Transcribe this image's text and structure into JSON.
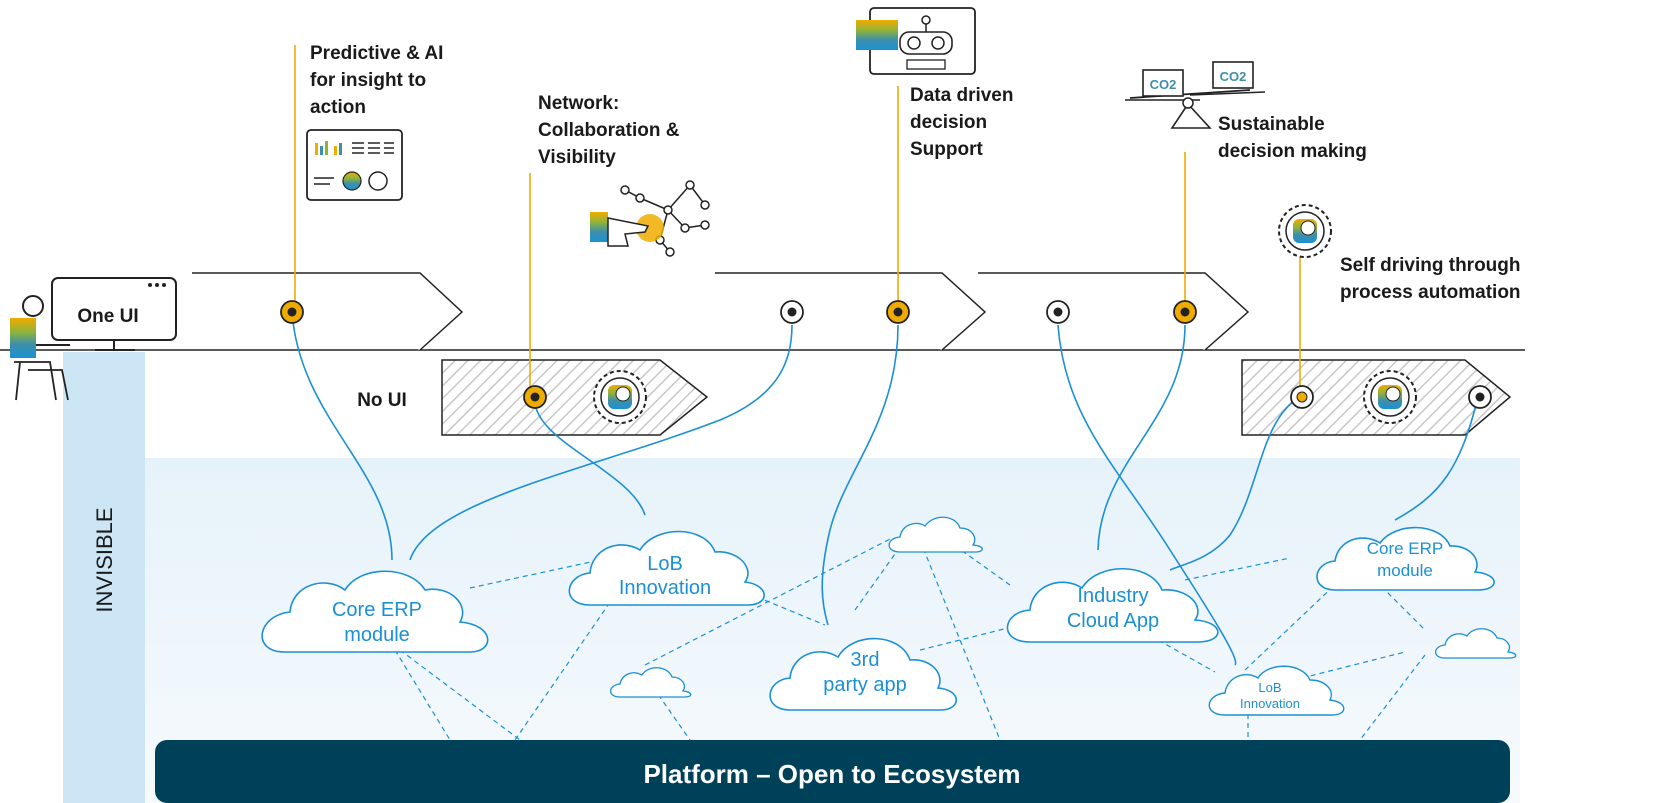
{
  "colors": {
    "accent_orange": "#f0ab00",
    "line_blue": "#1b90d4",
    "platform_navy": "#00415a",
    "invisible_band": "#cde6f5",
    "cloud_text": "#1b90d4",
    "dark": "#1a1a1a"
  },
  "user": {
    "one_ui_label": "One UI",
    "no_ui_label": "No UI",
    "invisible_label": "INVISIBLE"
  },
  "capabilities": {
    "predictive": [
      "Predictive & AI",
      "for insight to",
      "action"
    ],
    "network": [
      "Network:",
      "Collaboration &",
      "Visibility"
    ],
    "data_driven": [
      "Data driven",
      "decision",
      "Support"
    ],
    "sustainable": [
      "Sustainable",
      "decision making"
    ],
    "self_driving": [
      "Self driving through",
      "process automation"
    ]
  },
  "icons": {
    "dashboard": "dashboard-icon",
    "network": "network-touch-icon",
    "robot": "robot-icon",
    "scale": "co2-scale-icon",
    "gear": "gear-automation-icon",
    "user": "user-at-desk-icon",
    "co2_label": "CO2"
  },
  "clouds": {
    "core_erp_1": [
      "Core ERP",
      "module"
    ],
    "lob_1": [
      "LoB",
      "Innovation"
    ],
    "third_party": [
      "3rd",
      "party app"
    ],
    "industry_cloud": [
      "Industry",
      "Cloud App"
    ],
    "core_erp_2": [
      "Core ERP",
      "module"
    ],
    "lob_2": [
      "LoB",
      "Innovation"
    ]
  },
  "platform": {
    "label": "Platform – Open to Ecosystem"
  }
}
